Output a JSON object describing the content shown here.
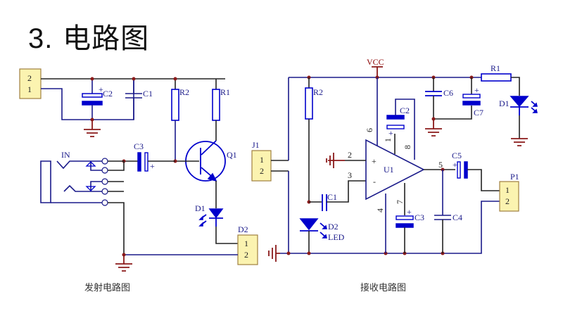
{
  "heading": {
    "number": "3.",
    "title": "电路图"
  },
  "transmitter": {
    "caption": "发射电路图",
    "connector_power": {
      "pins": [
        "2",
        "1"
      ]
    },
    "components": {
      "C2": "C2",
      "C1": "C1",
      "R2": "R2",
      "R1": "R1",
      "Q1": "Q1",
      "C3": "C3",
      "IN": "IN",
      "D1": "D1",
      "D2": "D2"
    },
    "connector_out": {
      "label": "D2",
      "pins": [
        "1",
        "2"
      ]
    }
  },
  "receiver": {
    "caption": "接收电路图",
    "components": {
      "VCC": "VCC",
      "R2": "R2",
      "J1": "J1",
      "U1": "U1",
      "C1": "C1",
      "D2": "D2",
      "LED": "LED",
      "C2": "C2",
      "C3": "C3",
      "C4": "C4",
      "C5": "C5",
      "C6": "C6",
      "C7": "C7",
      "R1": "R1",
      "D1": "D1",
      "P1": "P1"
    },
    "connector_in": {
      "label": "J1",
      "pins": [
        "1",
        "2"
      ]
    },
    "connector_out": {
      "label": "P1",
      "pins": [
        "1",
        "2"
      ]
    },
    "opamp_pins": {
      "p6": "6",
      "p1": "1",
      "p8": "8",
      "p2": "2",
      "p3": "3",
      "p4": "4",
      "p7": "7",
      "p5": "5"
    },
    "opamp_signs": {
      "plus": "+",
      "minus": "-"
    }
  },
  "polarity": {
    "plus": "+"
  }
}
